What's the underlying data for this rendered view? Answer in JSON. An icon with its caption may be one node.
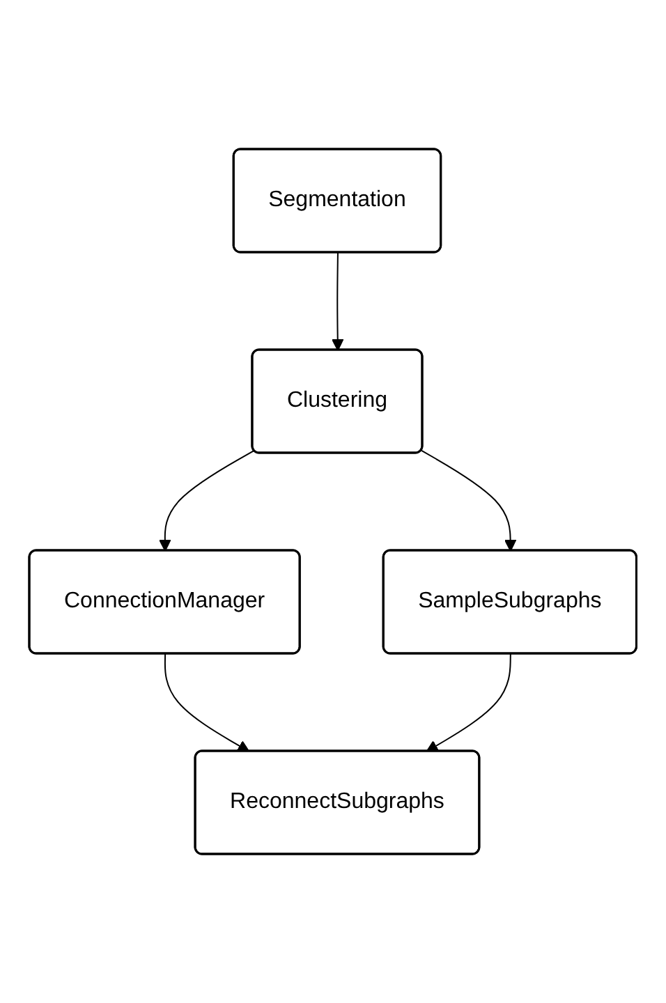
{
  "diagram": {
    "nodes": [
      {
        "text": [
          "Segmentation"
        ]
      },
      {
        "text": [
          "Clustering"
        ]
      },
      {
        "text": [
          "ConnectionManager"
        ]
      },
      {
        "text": [
          "SampleSubgraphs"
        ]
      },
      {
        "text": [
          "ReconnectSubgraphs"
        ]
      }
    ],
    "edges": [
      {
        "from": 0,
        "to": 1,
        "arrow": "to"
      },
      {
        "from": 1,
        "to": 2,
        "arrow": "to"
      },
      {
        "from": 1,
        "to": 3,
        "arrow": "to"
      },
      {
        "from": 2,
        "to": 4,
        "arrow": "to"
      },
      {
        "from": 3,
        "to": 4,
        "arrow": "to"
      }
    ]
  }
}
